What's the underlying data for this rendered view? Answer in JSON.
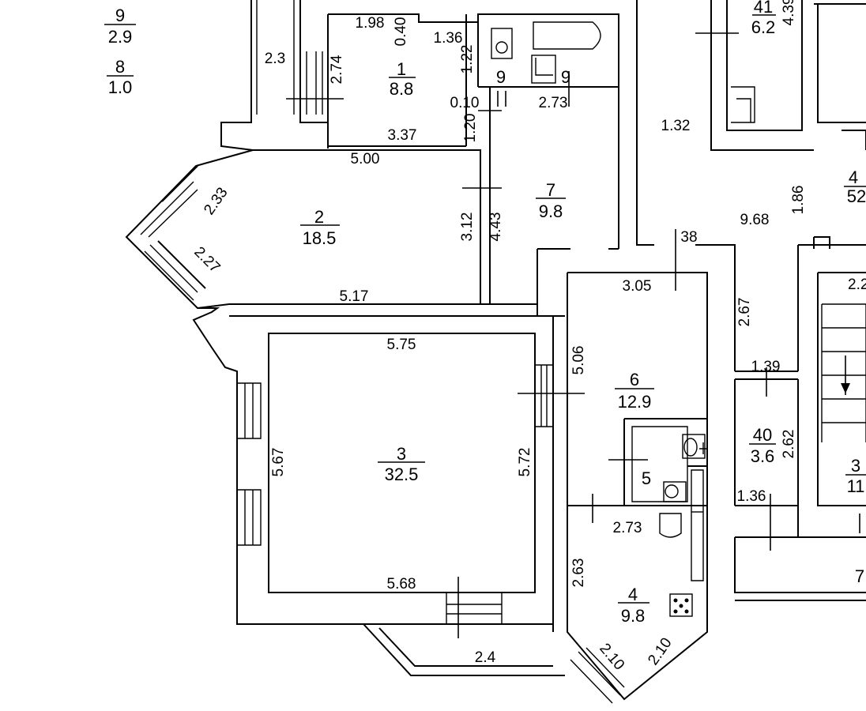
{
  "rooms": [
    {
      "id": "r1",
      "number": "1",
      "area": "8.8"
    },
    {
      "id": "r2",
      "number": "2",
      "area": "18.5"
    },
    {
      "id": "r3",
      "number": "3",
      "area": "32.5"
    },
    {
      "id": "r4",
      "number": "4",
      "area": "9.8"
    },
    {
      "id": "r5",
      "number": "5",
      "area": ""
    },
    {
      "id": "r6",
      "number": "6",
      "area": "12.9"
    },
    {
      "id": "r7",
      "number": "7",
      "area": "9.8"
    },
    {
      "id": "r8",
      "number": "8",
      "area": "1.0"
    },
    {
      "id": "r9",
      "number": "9",
      "area": "2.9"
    },
    {
      "id": "r9a",
      "number": "9",
      "area": ""
    },
    {
      "id": "r9b",
      "number": "9",
      "area": ""
    },
    {
      "id": "r40",
      "number": "40",
      "area": "3.6"
    },
    {
      "id": "r41",
      "number": "41",
      "area": "6.2"
    },
    {
      "id": "r4e",
      "number": "4",
      "area": "52"
    },
    {
      "id": "r3e",
      "number": "3",
      "area": "11"
    },
    {
      "id": "r7e",
      "number": "7",
      "area": ""
    }
  ],
  "dimensions": [
    "1.98",
    "0.40",
    "1.36",
    "1.22",
    "2.74",
    "2.3",
    "0.10",
    "2.73",
    "1.20",
    "3.37",
    "5.00",
    "2.33",
    "3.12",
    "4.43",
    "2.27",
    "5.17",
    "1.32",
    "9.68",
    "1.86",
    "38",
    "3.05",
    "2.67",
    "5.75",
    "5.06",
    "1.39",
    "2.62",
    "5.67",
    "5.72",
    "1.36",
    "2.73",
    "5.68",
    "2.63",
    "2.4",
    "2.10",
    "2.10",
    "4.39",
    "2.2"
  ],
  "fixtures": [
    "toilet",
    "bathtub",
    "sink",
    "stove",
    "stairs"
  ]
}
